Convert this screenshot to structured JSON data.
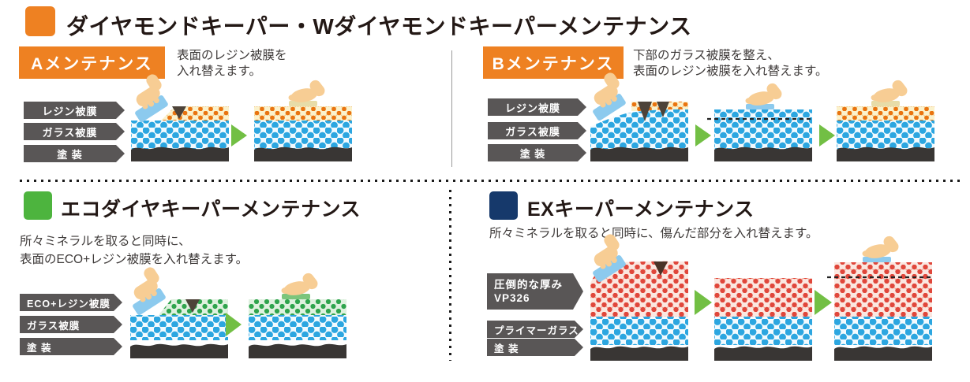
{
  "header": {
    "title": "ダイヤモンドキーパー・Wダイヤモンドキーパーメンテナンス"
  },
  "colors": {
    "accent_orange": "#EE8122",
    "accent_green": "#4DB43E",
    "accent_navy": "#16396B",
    "tag_gray": "#595656",
    "arrow_green": "#72BF44",
    "glass_dot_blue": "#2CA6E0",
    "resin_dot_orange": "#E97410",
    "eco_dot_green": "#2FA44D",
    "ex_dot_red": "#E0473B",
    "paint_dark": "#393634"
  },
  "section_a": {
    "badge": "Aメンテナンス",
    "description": [
      "表面のレジン被膜を",
      "入れ替えます。"
    ],
    "layer_labels": [
      "レジン被膜",
      "ガラス被膜",
      "塗 装"
    ]
  },
  "section_b": {
    "badge": "Bメンテナンス",
    "description": [
      "下部のガラス被膜を整え、",
      "表面のレジン被膜を入れ替えます。"
    ],
    "layer_labels": [
      "レジン被膜",
      "ガラス被膜",
      "塗 装"
    ]
  },
  "section_eco": {
    "title": "エコダイヤキーパーメンテナンス",
    "description": [
      "所々ミネラルを取ると同時に、",
      "表面のECO+レジン被膜を入れ替えます。"
    ],
    "layer_labels": [
      "ECO+レジン被膜",
      "ガラス被膜",
      "塗 装"
    ]
  },
  "section_ex": {
    "title": "EXキーパーメンテナンス",
    "description": [
      "所々ミネラルを取ると同時に、傷んだ部分を入れ替えます。"
    ],
    "thickness_label": [
      "圧倒的な厚み",
      "VP326"
    ],
    "layer_labels": [
      "プライマーガラス",
      "塗 装"
    ]
  }
}
